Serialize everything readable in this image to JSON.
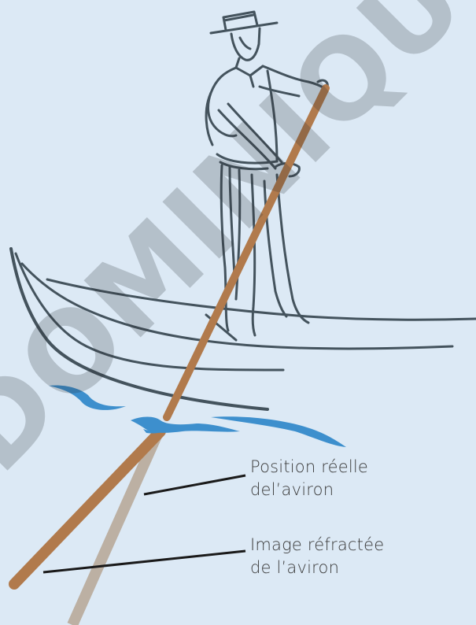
{
  "labels": {
    "real_position": {
      "line1": "Position réelle",
      "line2": "del’aviron"
    },
    "refracted_image": {
      "line1": "Image réfractée",
      "line2": "de l’aviron"
    }
  },
  "watermark": "DOMINIQUE",
  "colors": {
    "background": "#dce9f5",
    "oar": "#b17a4c",
    "oar_refracted": "#bcb0a3",
    "water": "#3d8fcd",
    "outline": "#44535d",
    "leader_line": "#1a1a1a",
    "text": "#3b3b3b"
  }
}
